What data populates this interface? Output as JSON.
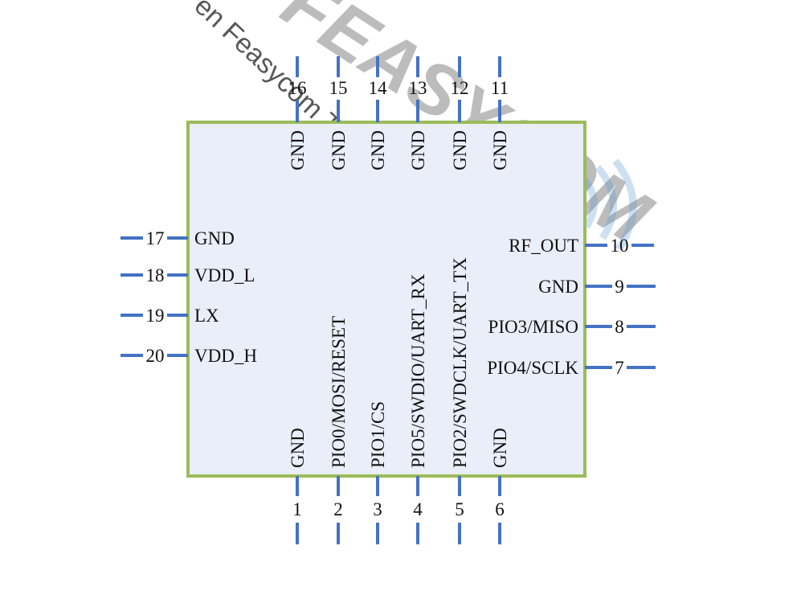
{
  "watermark": {
    "text": "en Feasycom Technology Co.,Ltd",
    "logo": "FEASYCOM",
    "logo_color": "#5b9bd5"
  },
  "colors": {
    "body_fill": "#e9eef8",
    "body_border": "#9bbb59",
    "pin_color": "#4472c4",
    "text_color": "#111111"
  },
  "pins": {
    "bottom": [
      {
        "number": "1",
        "name": "GND"
      },
      {
        "number": "2",
        "name": "PIO0/MOSI/RESET"
      },
      {
        "number": "3",
        "name": "PIO1/CS"
      },
      {
        "number": "4",
        "name": "PIO5/SWDIO/UART_RX"
      },
      {
        "number": "5",
        "name": "PIO2/SWDCLK/UART_TX"
      },
      {
        "number": "6",
        "name": "GND"
      }
    ],
    "right": [
      {
        "number": "7",
        "name": "PIO4/SCLK"
      },
      {
        "number": "8",
        "name": "PIO3/MISO"
      },
      {
        "number": "9",
        "name": "GND"
      },
      {
        "number": "10",
        "name": "RF_OUT"
      }
    ],
    "top": [
      {
        "number": "11",
        "name": "GND"
      },
      {
        "number": "12",
        "name": "GND"
      },
      {
        "number": "13",
        "name": "GND"
      },
      {
        "number": "14",
        "name": "GND"
      },
      {
        "number": "15",
        "name": "GND"
      },
      {
        "number": "16",
        "name": "GND"
      }
    ],
    "left": [
      {
        "number": "17",
        "name": "GND"
      },
      {
        "number": "18",
        "name": "VDD_L"
      },
      {
        "number": "19",
        "name": "LX"
      },
      {
        "number": "20",
        "name": "VDD_H"
      }
    ]
  }
}
